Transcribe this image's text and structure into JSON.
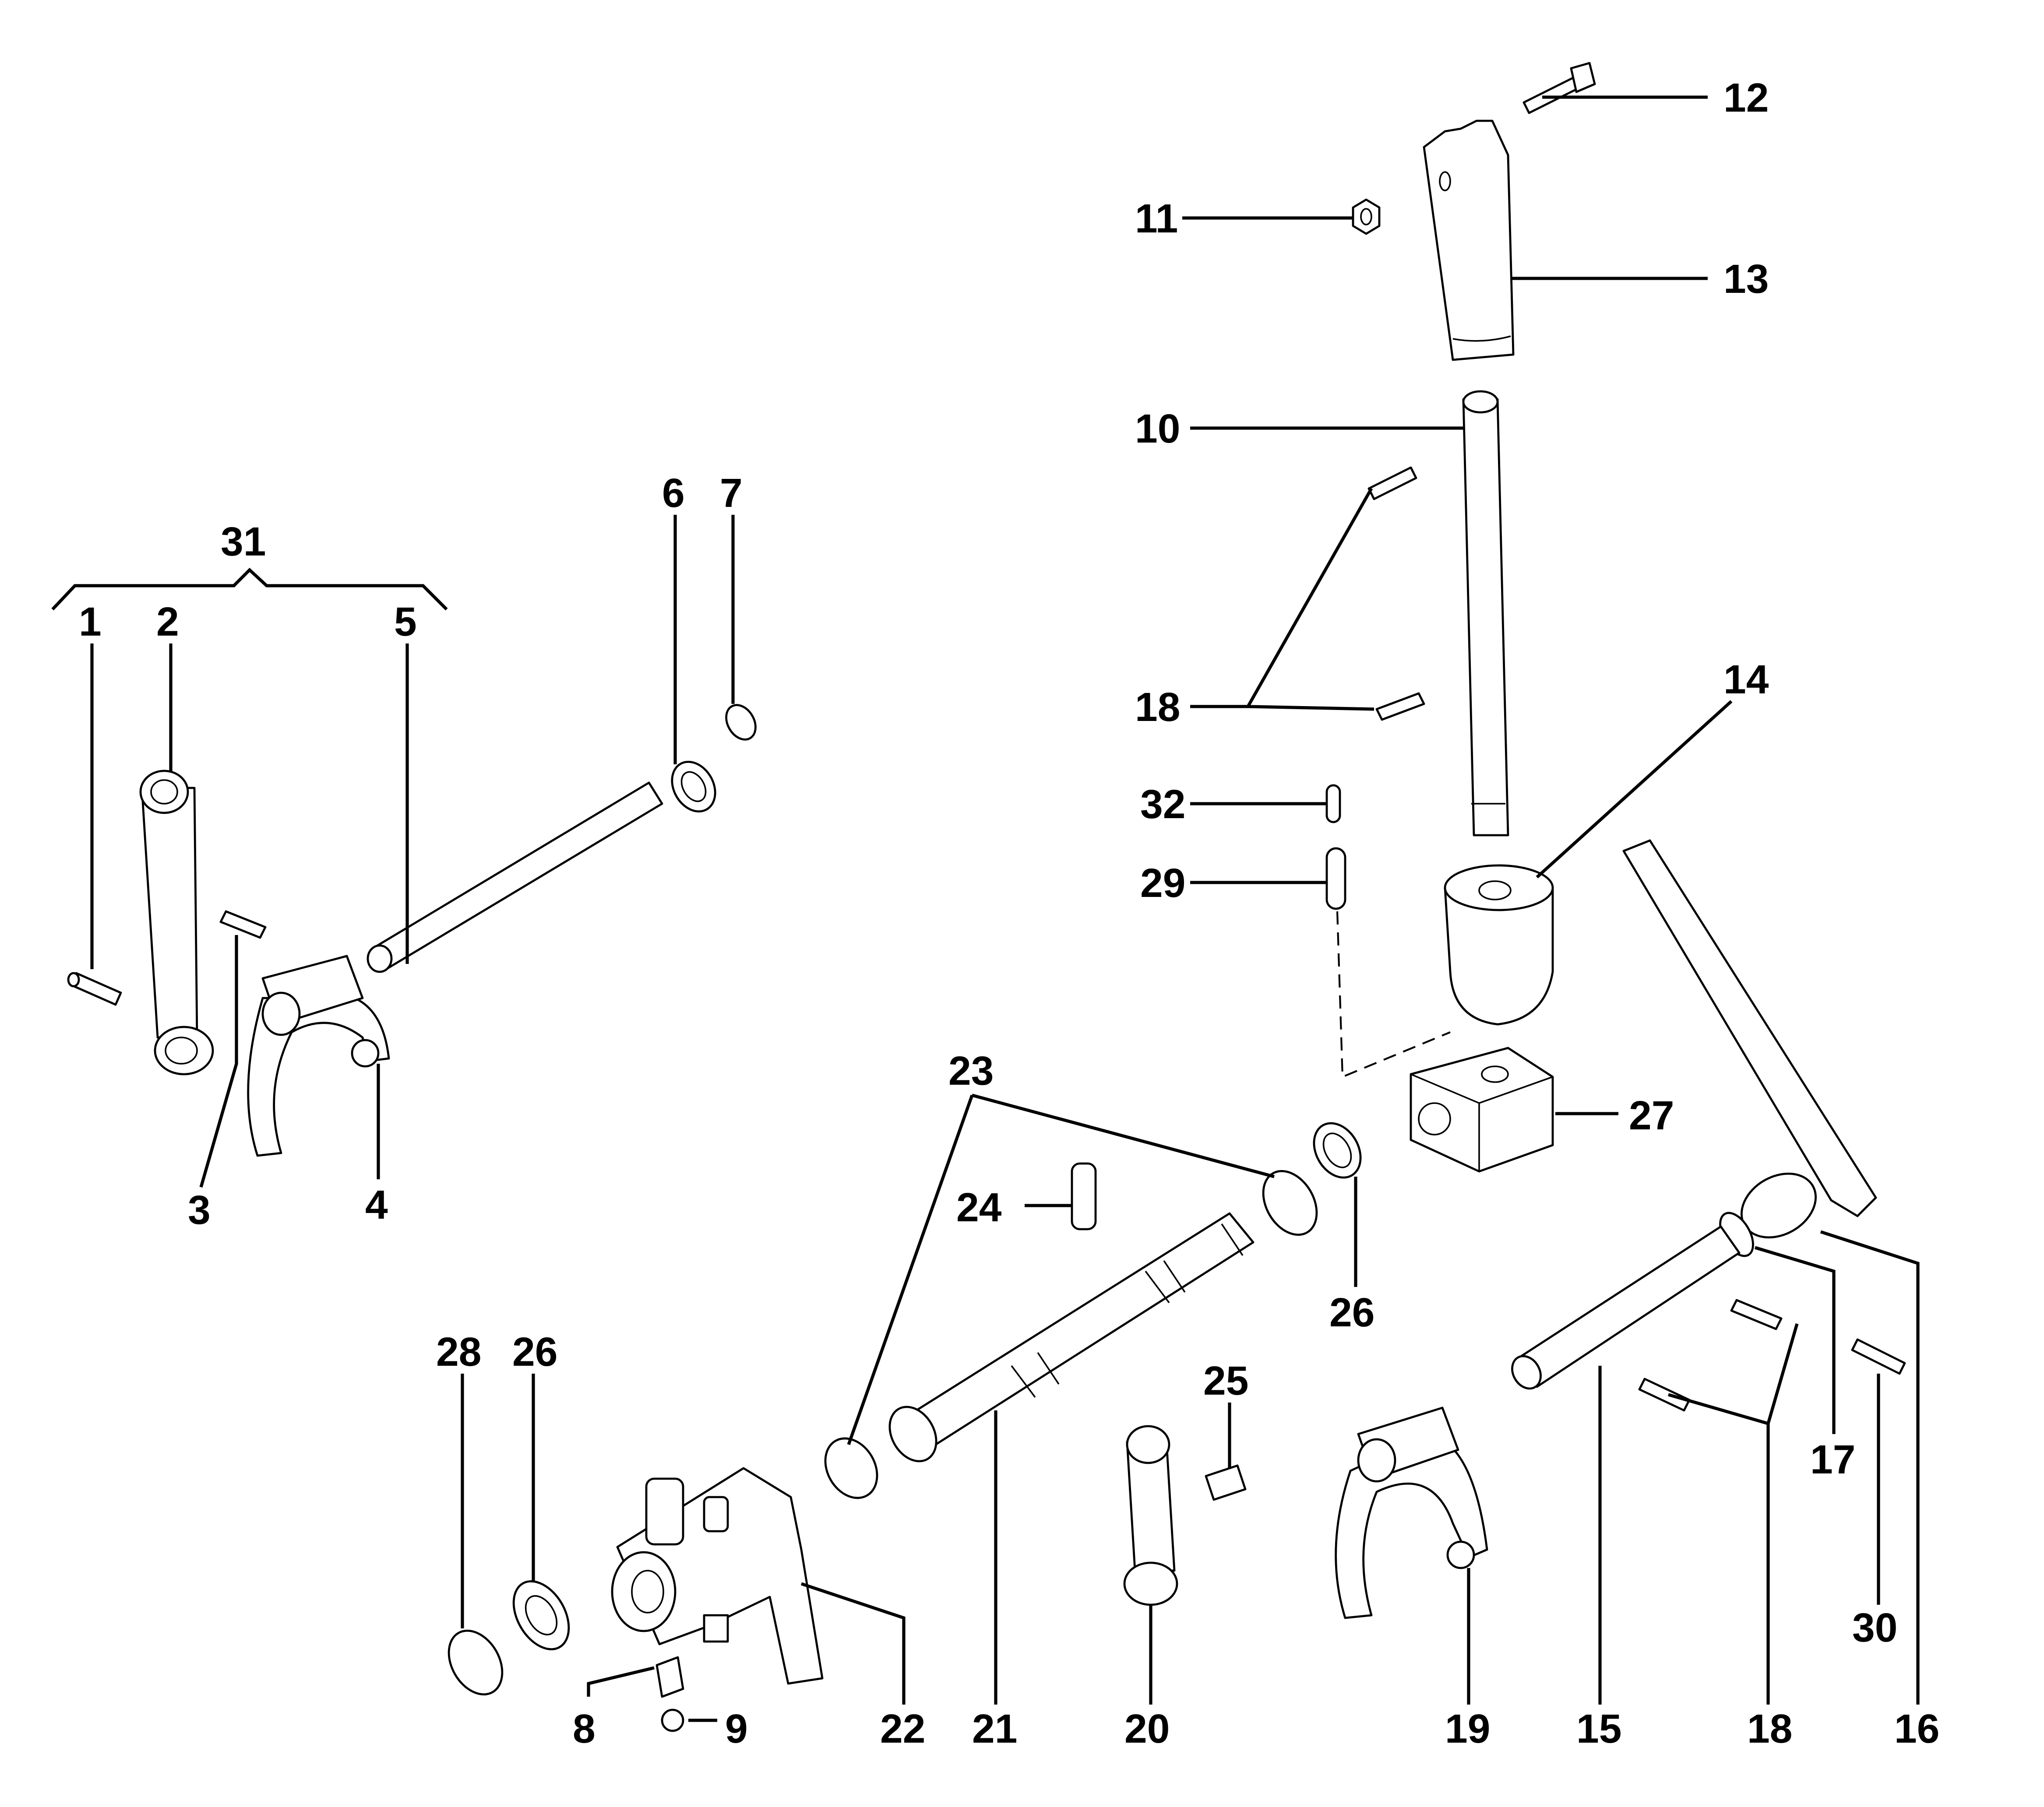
{
  "title": "Shift linkage exploded parts diagram",
  "callouts": [
    {
      "id": "1",
      "text": "1"
    },
    {
      "id": "2",
      "text": "2"
    },
    {
      "id": "3",
      "text": "3"
    },
    {
      "id": "4",
      "text": "4"
    },
    {
      "id": "5",
      "text": "5"
    },
    {
      "id": "6",
      "text": "6"
    },
    {
      "id": "7",
      "text": "7"
    },
    {
      "id": "8",
      "text": "8"
    },
    {
      "id": "9",
      "text": "9"
    },
    {
      "id": "10",
      "text": "10"
    },
    {
      "id": "11",
      "text": "11"
    },
    {
      "id": "12",
      "text": "12"
    },
    {
      "id": "13",
      "text": "13"
    },
    {
      "id": "14",
      "text": "14"
    },
    {
      "id": "15",
      "text": "15"
    },
    {
      "id": "16",
      "text": "16"
    },
    {
      "id": "17",
      "text": "17"
    },
    {
      "id": "18a",
      "text": "18"
    },
    {
      "id": "18b",
      "text": "18"
    },
    {
      "id": "19",
      "text": "19"
    },
    {
      "id": "20",
      "text": "20"
    },
    {
      "id": "21",
      "text": "21"
    },
    {
      "id": "22",
      "text": "22"
    },
    {
      "id": "23",
      "text": "23"
    },
    {
      "id": "24",
      "text": "24"
    },
    {
      "id": "25",
      "text": "25"
    },
    {
      "id": "26a",
      "text": "26"
    },
    {
      "id": "26b",
      "text": "26"
    },
    {
      "id": "27",
      "text": "27"
    },
    {
      "id": "28",
      "text": "28"
    },
    {
      "id": "29",
      "text": "29"
    },
    {
      "id": "30",
      "text": "30"
    },
    {
      "id": "31",
      "text": "31"
    },
    {
      "id": "32",
      "text": "32"
    }
  ]
}
